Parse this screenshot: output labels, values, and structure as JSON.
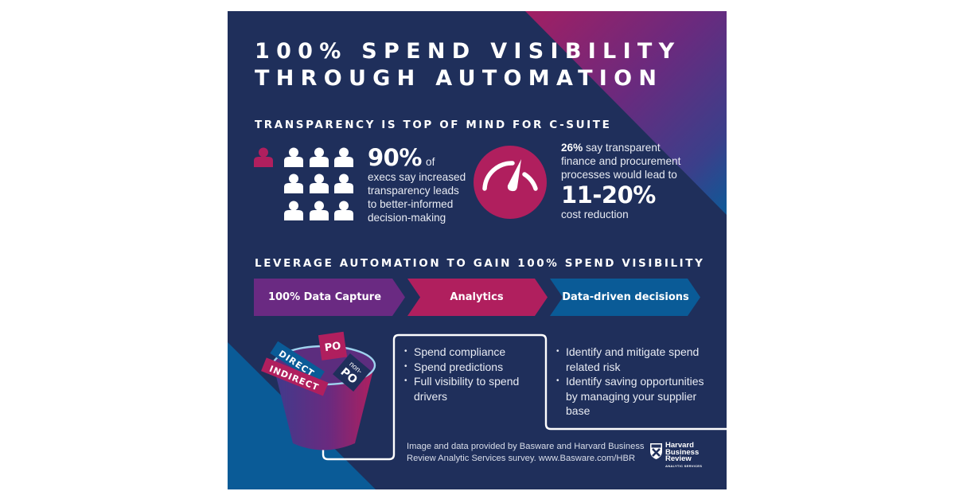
{
  "header": {
    "title_line1": "100% SPEND VISIBILITY",
    "title_line2": "THROUGH AUTOMATION"
  },
  "section1": {
    "heading": "TRANSPARENCY IS TOP OF MIND FOR C-SUITE",
    "stat_left": {
      "value": "90%",
      "value_suffix": "of",
      "line1": "execs say increased",
      "line2": "transparency leads",
      "line3": "to better-informed",
      "line4": "decision-making",
      "icon": "people-icon-grid",
      "highlight_count": 1,
      "total_count": 10
    },
    "stat_right": {
      "lead_value": "26%",
      "line1_rest": "say transparent",
      "line2": "finance and procurement",
      "line3": "processes would lead to",
      "value": "11-20%",
      "line4": "cost reduction",
      "icon": "gauge-icon"
    }
  },
  "section2": {
    "heading": "LEVERAGE AUTOMATION TO GAIN 100% SPEND VISIBILITY",
    "steps": [
      {
        "label": "100% Data Capture",
        "color": "#6a2a82"
      },
      {
        "label": "Analytics",
        "color": "#b01f5e"
      },
      {
        "label": "Data-driven decisions",
        "color": "#0a5b97"
      }
    ],
    "bucket_labels": [
      "DIRECT",
      "INDIRECT",
      "PO",
      "non-",
      "PO"
    ],
    "analytics_bullets": [
      "Spend compliance",
      "Spend predictions",
      "Full visibility to spend drivers"
    ],
    "decision_bullets": [
      "Identify and mitigate spend related risk",
      "Identify saving opportunities by managing your supplier base"
    ]
  },
  "footer": {
    "line1": "Image and data provided by Basware and Harvard Business",
    "line2": "Review Analytic Services survey. www.Basware.com/HBR",
    "logo_line1": "Harvard",
    "logo_line2": "Business",
    "logo_line3": "Review",
    "logo_sub": "ANALYTIC SERVICES"
  },
  "colors": {
    "background": "#1f2f5b",
    "magenta": "#b01f5e",
    "purple": "#6a2a82",
    "blue": "#0a5b97",
    "white": "#ffffff"
  }
}
